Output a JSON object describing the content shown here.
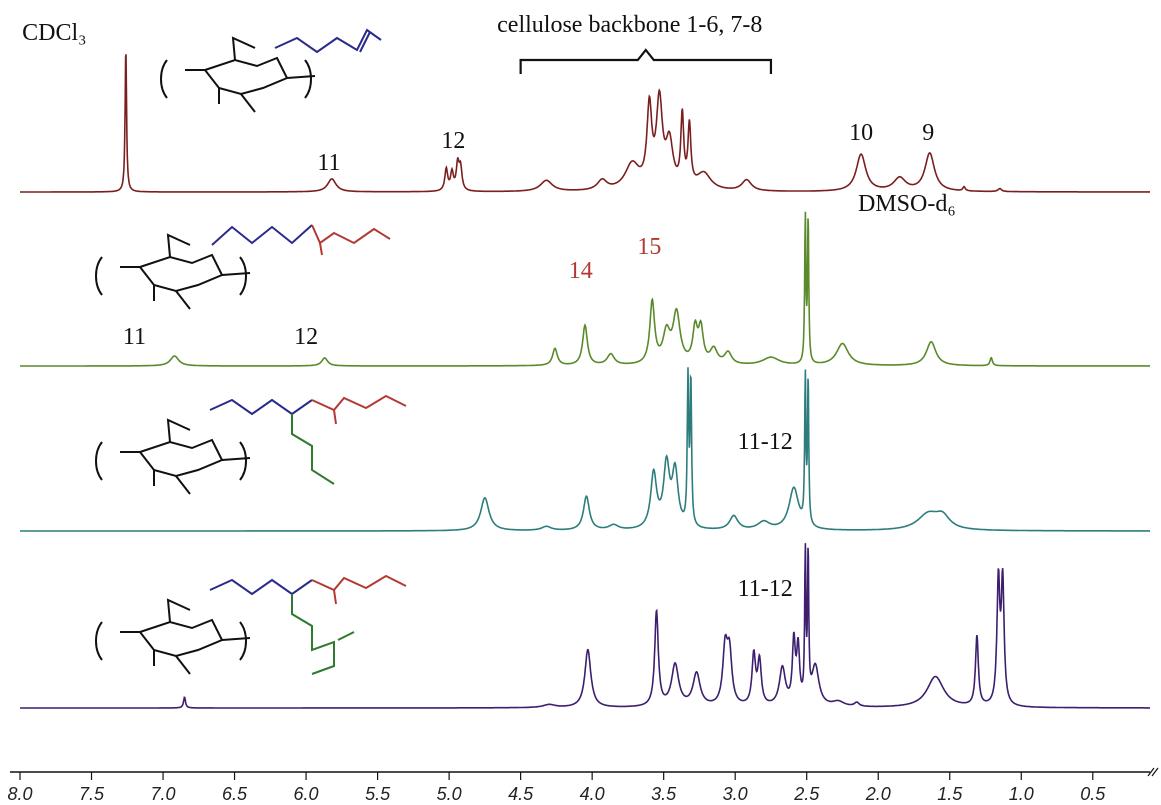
{
  "chart_data": {
    "type": "line",
    "xlim": [
      8.0,
      0.1
    ],
    "x_reversed": true,
    "x_ticks": [
      "8.0",
      "7.5",
      "7.0",
      "6.5",
      "6.0",
      "5.5",
      "5.0",
      "4.5",
      "4.0",
      "3.5",
      "3.0",
      "2.5",
      "2.0",
      "1.5",
      "1.0",
      "0.5"
    ],
    "x_tick_values": [
      8.0,
      7.5,
      7.0,
      6.5,
      6.0,
      5.5,
      5.0,
      4.5,
      4.0,
      3.5,
      3.0,
      2.5,
      2.0,
      1.5,
      1.0,
      0.5
    ],
    "grid": false,
    "series": [
      {
        "color": "#7a1f1f",
        "peaks": [
          {
            "x": 7.26,
            "h": 1.45,
            "w": 0.006
          },
          {
            "x": 5.82,
            "h": 0.13,
            "w": 0.035
          },
          {
            "x": 5.02,
            "h": 0.22,
            "w": 0.012
          },
          {
            "x": 4.98,
            "h": 0.18,
            "w": 0.012
          },
          {
            "x": 4.94,
            "h": 0.26,
            "w": 0.012
          },
          {
            "x": 4.92,
            "h": 0.22,
            "w": 0.012
          },
          {
            "x": 4.32,
            "h": 0.11,
            "w": 0.05
          },
          {
            "x": 3.93,
            "h": 0.1,
            "w": 0.04
          },
          {
            "x": 3.72,
            "h": 0.26,
            "w": 0.06
          },
          {
            "x": 3.6,
            "h": 0.78,
            "w": 0.02
          },
          {
            "x": 3.53,
            "h": 0.85,
            "w": 0.025
          },
          {
            "x": 3.46,
            "h": 0.45,
            "w": 0.03
          },
          {
            "x": 3.37,
            "h": 0.7,
            "w": 0.012
          },
          {
            "x": 3.32,
            "h": 0.6,
            "w": 0.012
          },
          {
            "x": 3.22,
            "h": 0.17,
            "w": 0.06
          },
          {
            "x": 2.92,
            "h": 0.11,
            "w": 0.04
          },
          {
            "x": 2.12,
            "h": 0.37,
            "w": 0.04
          },
          {
            "x": 1.85,
            "h": 0.13,
            "w": 0.05
          },
          {
            "x": 1.64,
            "h": 0.38,
            "w": 0.04
          },
          {
            "x": 1.4,
            "h": 0.04,
            "w": 0.01
          },
          {
            "x": 1.15,
            "h": 0.03,
            "w": 0.015
          }
        ],
        "annotations": [
          {
            "text": "CDCl₃",
            "x": 7.76,
            "dy": -1.52,
            "color": "#111"
          },
          {
            "text": "11",
            "x": 5.84,
            "dy": -0.22,
            "color": "#111"
          },
          {
            "text": "12",
            "x": 4.97,
            "dy": -0.44,
            "color": "#111"
          },
          {
            "text": "10",
            "x": 2.12,
            "dy": -0.52,
            "color": "#111"
          },
          {
            "text": "9",
            "x": 1.65,
            "dy": -0.52,
            "color": "#111"
          }
        ]
      },
      {
        "color": "#5a8a2a",
        "peaks": [
          {
            "x": 6.92,
            "h": 0.1,
            "w": 0.035
          },
          {
            "x": 5.87,
            "h": 0.08,
            "w": 0.025
          },
          {
            "x": 4.26,
            "h": 0.17,
            "w": 0.02
          },
          {
            "x": 4.05,
            "h": 0.4,
            "w": 0.02
          },
          {
            "x": 3.87,
            "h": 0.11,
            "w": 0.03
          },
          {
            "x": 3.58,
            "h": 0.62,
            "w": 0.02
          },
          {
            "x": 3.48,
            "h": 0.3,
            "w": 0.03
          },
          {
            "x": 3.41,
            "h": 0.5,
            "w": 0.03
          },
          {
            "x": 3.28,
            "h": 0.34,
            "w": 0.02
          },
          {
            "x": 3.24,
            "h": 0.34,
            "w": 0.02
          },
          {
            "x": 3.15,
            "h": 0.15,
            "w": 0.03
          },
          {
            "x": 3.05,
            "h": 0.12,
            "w": 0.03
          },
          {
            "x": 2.75,
            "h": 0.08,
            "w": 0.07
          },
          {
            "x": 2.51,
            "h": 1.45,
            "w": 0.005
          },
          {
            "x": 2.49,
            "h": 1.45,
            "w": 0.005
          },
          {
            "x": 2.25,
            "h": 0.22,
            "w": 0.05
          },
          {
            "x": 1.63,
            "h": 0.24,
            "w": 0.04
          },
          {
            "x": 1.21,
            "h": 0.08,
            "w": 0.01
          }
        ],
        "annotations": [
          {
            "text": "DMSO-d₆",
            "x": 1.8,
            "dy": -1.55,
            "color": "#111"
          },
          {
            "text": "11",
            "x": 7.2,
            "dy": -0.22,
            "color": "#111"
          },
          {
            "text": "12",
            "x": 6.0,
            "dy": -0.22,
            "color": "#111"
          },
          {
            "text": "14",
            "x": 4.08,
            "dy": -0.88,
            "color": "#b23a32"
          },
          {
            "text": "15",
            "x": 3.6,
            "dy": -1.12,
            "color": "#b23a32"
          }
        ]
      },
      {
        "color": "#2e7d7d",
        "peaks": [
          {
            "x": 4.75,
            "h": 0.33,
            "w": 0.035
          },
          {
            "x": 4.32,
            "h": 0.04,
            "w": 0.04
          },
          {
            "x": 4.04,
            "h": 0.34,
            "w": 0.025
          },
          {
            "x": 3.85,
            "h": 0.05,
            "w": 0.04
          },
          {
            "x": 3.57,
            "h": 0.55,
            "w": 0.025
          },
          {
            "x": 3.48,
            "h": 0.62,
            "w": 0.025
          },
          {
            "x": 3.42,
            "h": 0.56,
            "w": 0.025
          },
          {
            "x": 3.33,
            "h": 1.45,
            "w": 0.006
          },
          {
            "x": 3.31,
            "h": 1.45,
            "w": 0.006
          },
          {
            "x": 3.01,
            "h": 0.14,
            "w": 0.035
          },
          {
            "x": 2.8,
            "h": 0.08,
            "w": 0.05
          },
          {
            "x": 2.59,
            "h": 0.42,
            "w": 0.04
          },
          {
            "x": 2.51,
            "h": 1.45,
            "w": 0.005
          },
          {
            "x": 2.49,
            "h": 1.45,
            "w": 0.005
          },
          {
            "x": 1.65,
            "h": 0.16,
            "w": 0.09
          },
          {
            "x": 1.55,
            "h": 0.12,
            "w": 0.06
          }
        ],
        "annotations": [
          {
            "text": "11-12",
            "x": 2.79,
            "dy": -0.82,
            "color": "#111"
          }
        ]
      },
      {
        "color": "#3c1f6e",
        "peaks": [
          {
            "x": 6.85,
            "h": 0.11,
            "w": 0.008
          },
          {
            "x": 4.3,
            "h": 0.03,
            "w": 0.05
          },
          {
            "x": 4.03,
            "h": 0.58,
            "w": 0.025
          },
          {
            "x": 3.55,
            "h": 0.95,
            "w": 0.015
          },
          {
            "x": 3.42,
            "h": 0.42,
            "w": 0.03
          },
          {
            "x": 3.27,
            "h": 0.33,
            "w": 0.03
          },
          {
            "x": 3.07,
            "h": 0.55,
            "w": 0.02
          },
          {
            "x": 3.04,
            "h": 0.5,
            "w": 0.02
          },
          {
            "x": 2.87,
            "h": 0.5,
            "w": 0.015
          },
          {
            "x": 2.83,
            "h": 0.44,
            "w": 0.015
          },
          {
            "x": 2.67,
            "h": 0.38,
            "w": 0.025
          },
          {
            "x": 2.59,
            "h": 0.62,
            "w": 0.012
          },
          {
            "x": 2.56,
            "h": 0.55,
            "w": 0.012
          },
          {
            "x": 2.51,
            "h": 1.45,
            "w": 0.005
          },
          {
            "x": 2.49,
            "h": 1.45,
            "w": 0.005
          },
          {
            "x": 2.44,
            "h": 0.4,
            "w": 0.03
          },
          {
            "x": 2.28,
            "h": 0.05,
            "w": 0.05
          },
          {
            "x": 2.15,
            "h": 0.04,
            "w": 0.02
          },
          {
            "x": 1.6,
            "h": 0.31,
            "w": 0.07
          },
          {
            "x": 1.31,
            "h": 0.7,
            "w": 0.012
          },
          {
            "x": 1.16,
            "h": 1.22,
            "w": 0.012
          },
          {
            "x": 1.13,
            "h": 1.22,
            "w": 0.012
          }
        ],
        "annotations": [
          {
            "text": "11-12",
            "x": 2.79,
            "dy": -1.12,
            "color": "#111"
          }
        ]
      }
    ],
    "brace": {
      "text": "cellulose backbone 1-6, 7-8",
      "x_from": 4.5,
      "x_to": 2.75
    }
  }
}
